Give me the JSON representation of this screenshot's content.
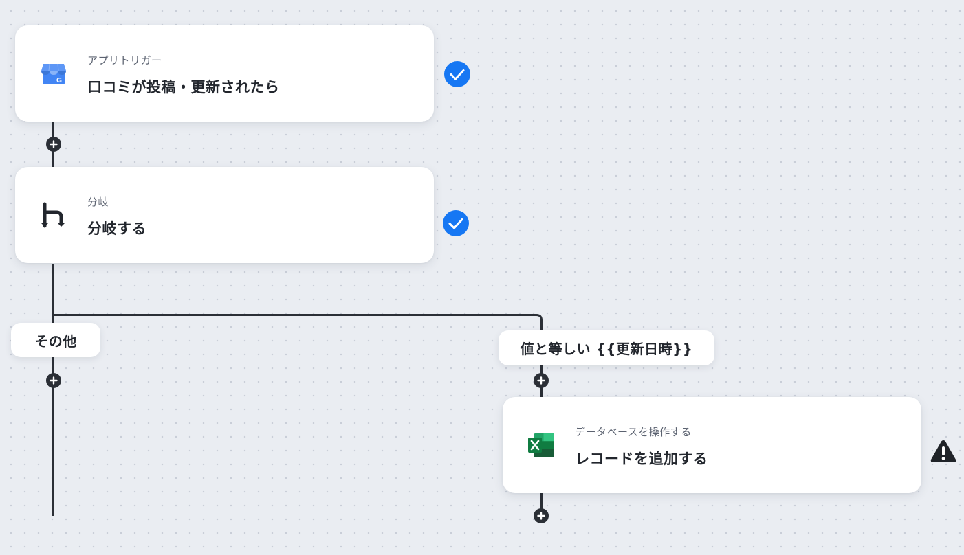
{
  "steps": [
    {
      "type_label": "アプリトリガー",
      "title": "口コミが投稿・更新されたら",
      "icon": "google-business-profile-icon",
      "status": "completed"
    },
    {
      "type_label": "分岐",
      "title": "分岐する",
      "icon": "branch-icon",
      "status": "completed"
    },
    {
      "type_label": "データベースを操作する",
      "title": "レコードを追加する",
      "icon": "excel-icon",
      "status": "warning"
    }
  ],
  "branches": {
    "other_label": "その他",
    "condition_label": "値と等しい {{更新日時}}"
  },
  "colors": {
    "accent": "#1677f3",
    "connector": "#2b2f36",
    "background": "#eaedf2",
    "warning": "#1f2328"
  }
}
